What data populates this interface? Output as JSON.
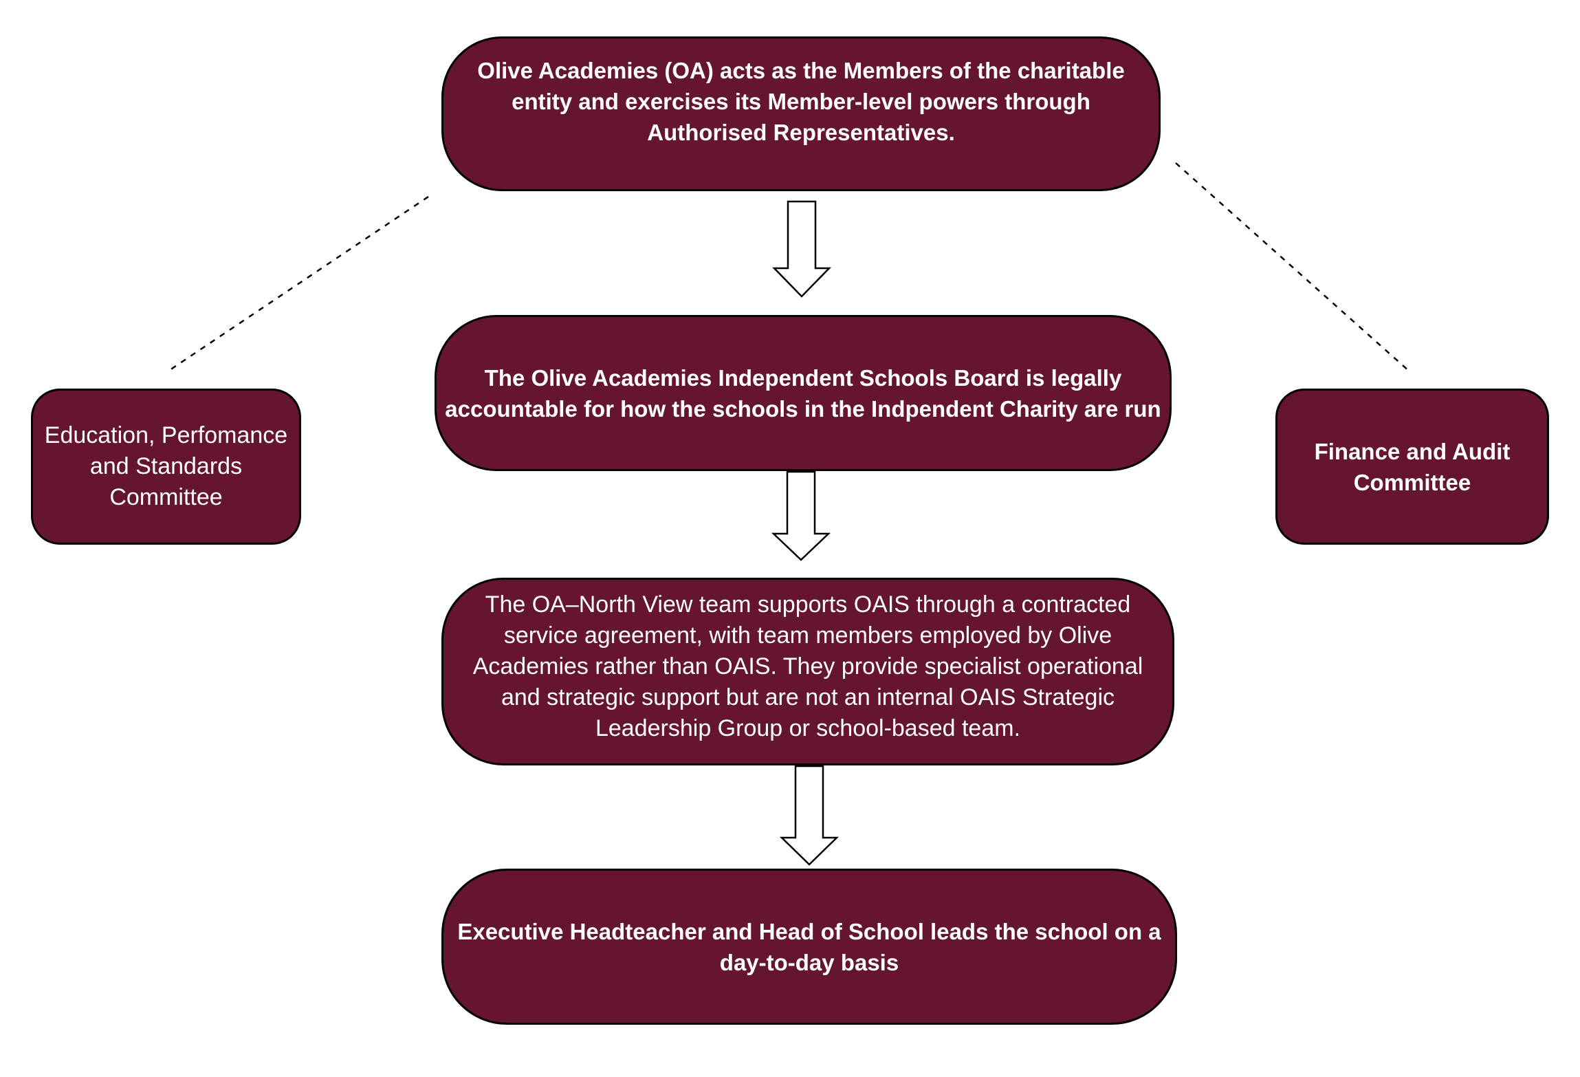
{
  "theme": {
    "box_fill": "#651530",
    "box_border": "#000000",
    "text_color": "#ffffff",
    "arrow_fill": "#ffffff",
    "arrow_stroke": "#000000",
    "line_color": "#000000",
    "background": "#ffffff"
  },
  "diagram": {
    "nodes": {
      "members": {
        "text": "Olive Academies (OA) acts as the Members of the charitable\nentity and exercises its Member-level powers through\nAuthorised Representatives."
      },
      "board": {
        "text": "The Olive Academies Independent Schools Board is legally\naccountable for how the schools in the Indpendent Charity are run"
      },
      "oa_team": {
        "text": "The OA–North View team supports OAIS through a contracted\nservice agreement, with team members employed by Olive\nAcademies rather than OAIS. They provide specialist operational\nand strategic support but are not an internal OAIS Strategic\nLeadership Group or school-based team."
      },
      "headteacher": {
        "text": "Executive Headteacher and Head of School leads the school on a\nday-to-day basis"
      },
      "education_committee": {
        "text": "Education, Perfomance\nand Standards\nCommittee"
      },
      "finance_committee": {
        "text": "Finance and Audit\nCommittee"
      }
    },
    "connectors": [
      {
        "from": "members",
        "to": "board",
        "type": "block-arrow"
      },
      {
        "from": "board",
        "to": "oa_team",
        "type": "block-arrow"
      },
      {
        "from": "oa_team",
        "to": "headteacher",
        "type": "block-arrow"
      },
      {
        "from": "members",
        "to": "education_committee",
        "type": "dashed-line"
      },
      {
        "from": "members",
        "to": "finance_committee",
        "type": "dashed-line"
      }
    ]
  }
}
